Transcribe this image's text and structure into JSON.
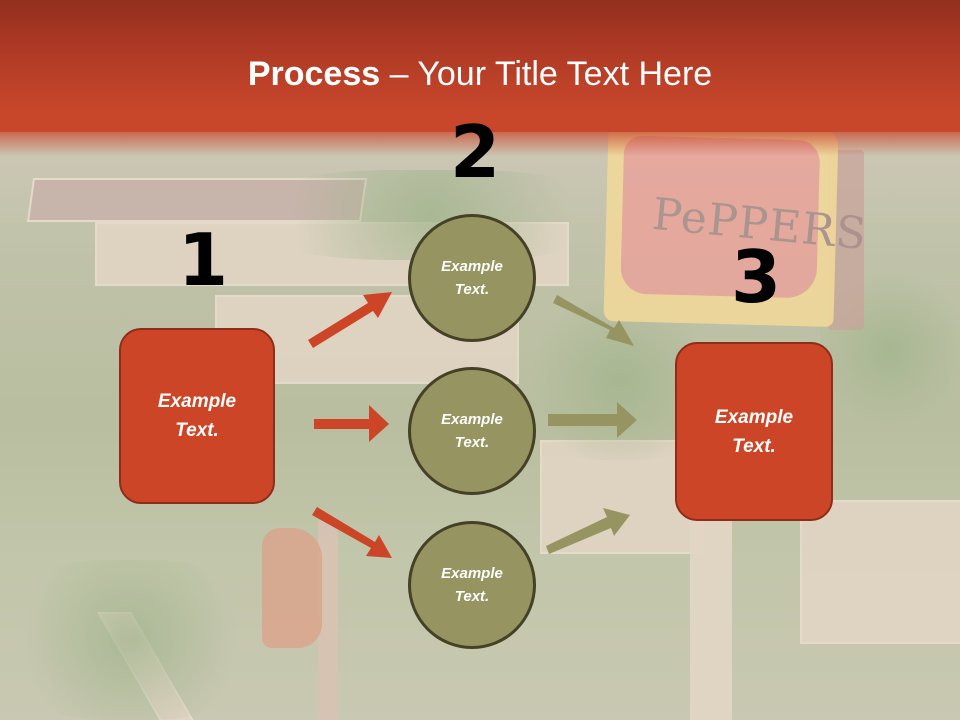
{
  "slide": {
    "title_bold": "Process",
    "title_rest": " – Your Title Text Here",
    "background_sign_text": "PePPERS",
    "colors": {
      "header_top": "#932f1e",
      "header_bottom": "#c8472b",
      "box_fill": "#cc4527",
      "box_border": "#8e2d19",
      "circle_fill": "#969460",
      "circle_border": "#454127",
      "arrow_red": "#cc4527",
      "arrow_olive": "#969460"
    }
  },
  "steps": [
    {
      "number": "1",
      "box_line1": "Example",
      "box_line2": "Text."
    },
    {
      "number": "2",
      "circles": [
        {
          "line1": "Example",
          "line2": "Text."
        },
        {
          "line1": "Example",
          "line2": "Text."
        },
        {
          "line1": "Example",
          "line2": "Text."
        }
      ]
    },
    {
      "number": "3",
      "box_line1": "Example",
      "box_line2": "Text."
    }
  ]
}
